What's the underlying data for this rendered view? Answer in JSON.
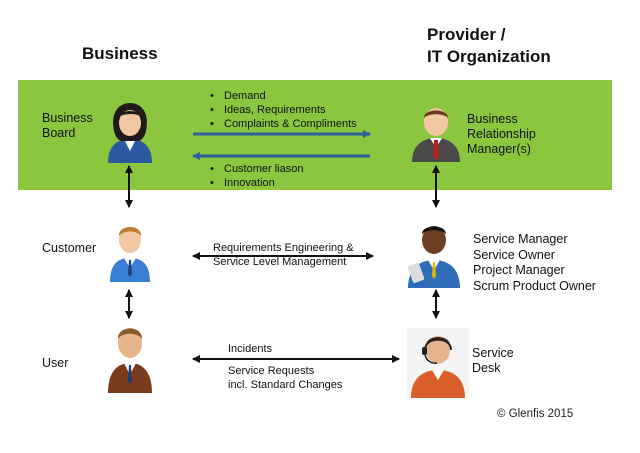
{
  "headings": {
    "business": "Business",
    "provider_line1": "Provider /",
    "provider_line2": "IT Organization"
  },
  "colors": {
    "band": "#8cc63f",
    "arrow_blue": "#2e5f9e",
    "arrow_black": "#111111"
  },
  "business_side": {
    "board_line1": "Business",
    "board_line2": "Board",
    "customer": "Customer",
    "user": "User"
  },
  "provider_side": {
    "brm_lines": [
      "Business",
      "Relationship",
      "Manager(s)"
    ],
    "service_roles": [
      "Service Manager",
      "Service Owner",
      "Project Manager",
      "Scrum Product Owner"
    ],
    "desk_line1": "Service",
    "desk_line2": "Desk"
  },
  "flows": {
    "board_to_brm": [
      "Demand",
      "Ideas, Requirements",
      "Complaints & Compliments"
    ],
    "brm_to_board": [
      "Customer liason",
      "Innovation"
    ],
    "customer_service_line1": "Requirements Engineering &",
    "customer_service_line2": "Service Level Management",
    "user_desk_line1": "Incidents",
    "user_desk_line2": "Service Requests",
    "user_desk_line3": "incl. Standard Changes"
  },
  "people_icons": [
    "businesswoman-icon",
    "business-relationship-manager-icon",
    "customer-icon",
    "service-manager-icon",
    "user-icon",
    "service-desk-agent-icon"
  ],
  "copyright": "© Glenfis 2015"
}
